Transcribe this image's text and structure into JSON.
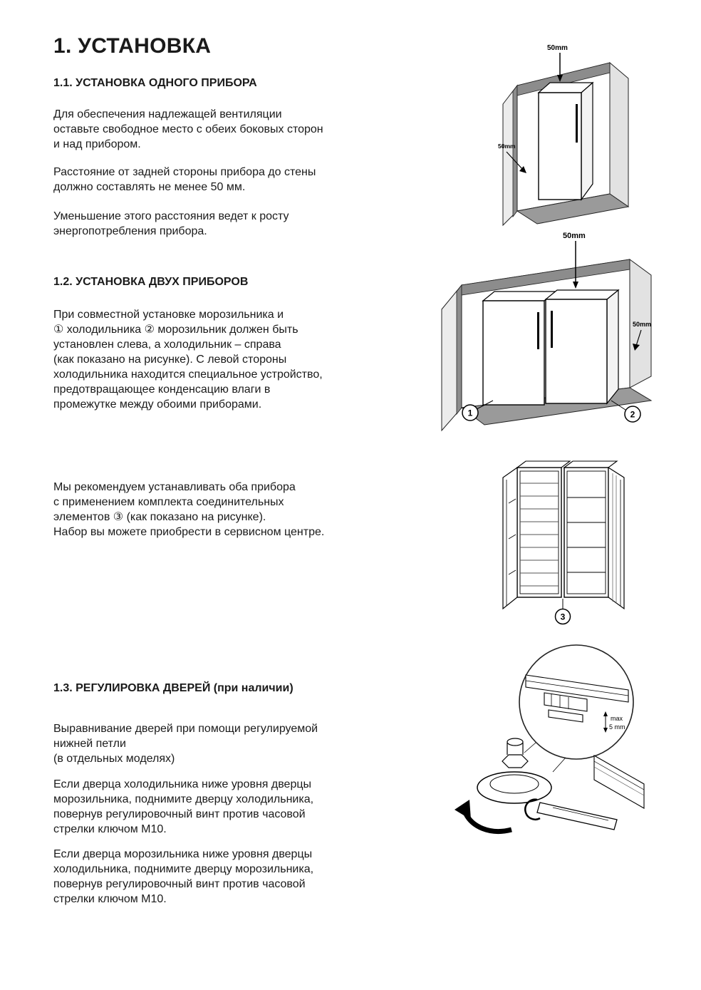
{
  "page": {
    "title": "1. УСТАНОВКА"
  },
  "section_1_1": {
    "heading": "1.1. УСТАНОВКА ОДНОГО ПРИБОРА",
    "para1": "Для обеспечения надлежащей вентиляции\nоставьте свободное место с обеих боковых сторон\nи над прибором.",
    "para2": "Расстояние от задней стороны прибора до стены\nдолжно составлять не менее 50 мм.",
    "para3": "Уменьшение этого расстояния ведет к росту\nэнергопотребления прибора."
  },
  "section_1_2": {
    "heading": "1.2. УСТАНОВКА ДВУХ ПРИБОРОВ",
    "para1": "При совместной установке морозильника и\n① холодильника ② морозильник должен быть\nустановлен слева, а холодильник – справа\n(как показано на рисунке). С левой стороны\nхолодильника находится специальное устройство,\nпредотвращающее конденсацию влаги в\nпромежутке между обоими приборами.",
    "para2": "Мы рекомендуем устанавливать оба прибора\nс применением комплекта соединительных\nэлементов ③ (как показано на рисунке).\nНабор вы можете приобрести в сервисном центре."
  },
  "section_1_3": {
    "heading": "1.3. РЕГУЛИРОВКА ДВЕРЕЙ (при наличии)",
    "para1": "Выравнивание дверей при помощи регулируемой\nнижней петли\n(в отдельных моделях)",
    "para2": "Если дверца холодильника ниже уровня дверцы\nморозильника, поднимите дверцу холодильника,\nповернув регулировочный винт против часовой\nстрелки ключом M10.",
    "para3": "Если дверца морозильника ниже уровня дверцы\nхолодильника, поднимите дверцу морозильника,\nповернув регулировочный винт против часовой\nстрелки ключом M10."
  },
  "figures": {
    "single": {
      "top_clearance": "50mm",
      "side_clearance": "50mm"
    },
    "double": {
      "top_clearance": "50mm",
      "side_clearance": "50mm",
      "marker_left": "1",
      "marker_right": "2"
    },
    "joint_kit": {
      "marker": "3"
    },
    "door_adjust": {
      "max_label": "max",
      "mm_label": "5 mm"
    }
  },
  "colors": {
    "ink": "#1a1a1a",
    "wall_shade": "#8c8c8c",
    "floor_shade": "#9a9a9a"
  }
}
